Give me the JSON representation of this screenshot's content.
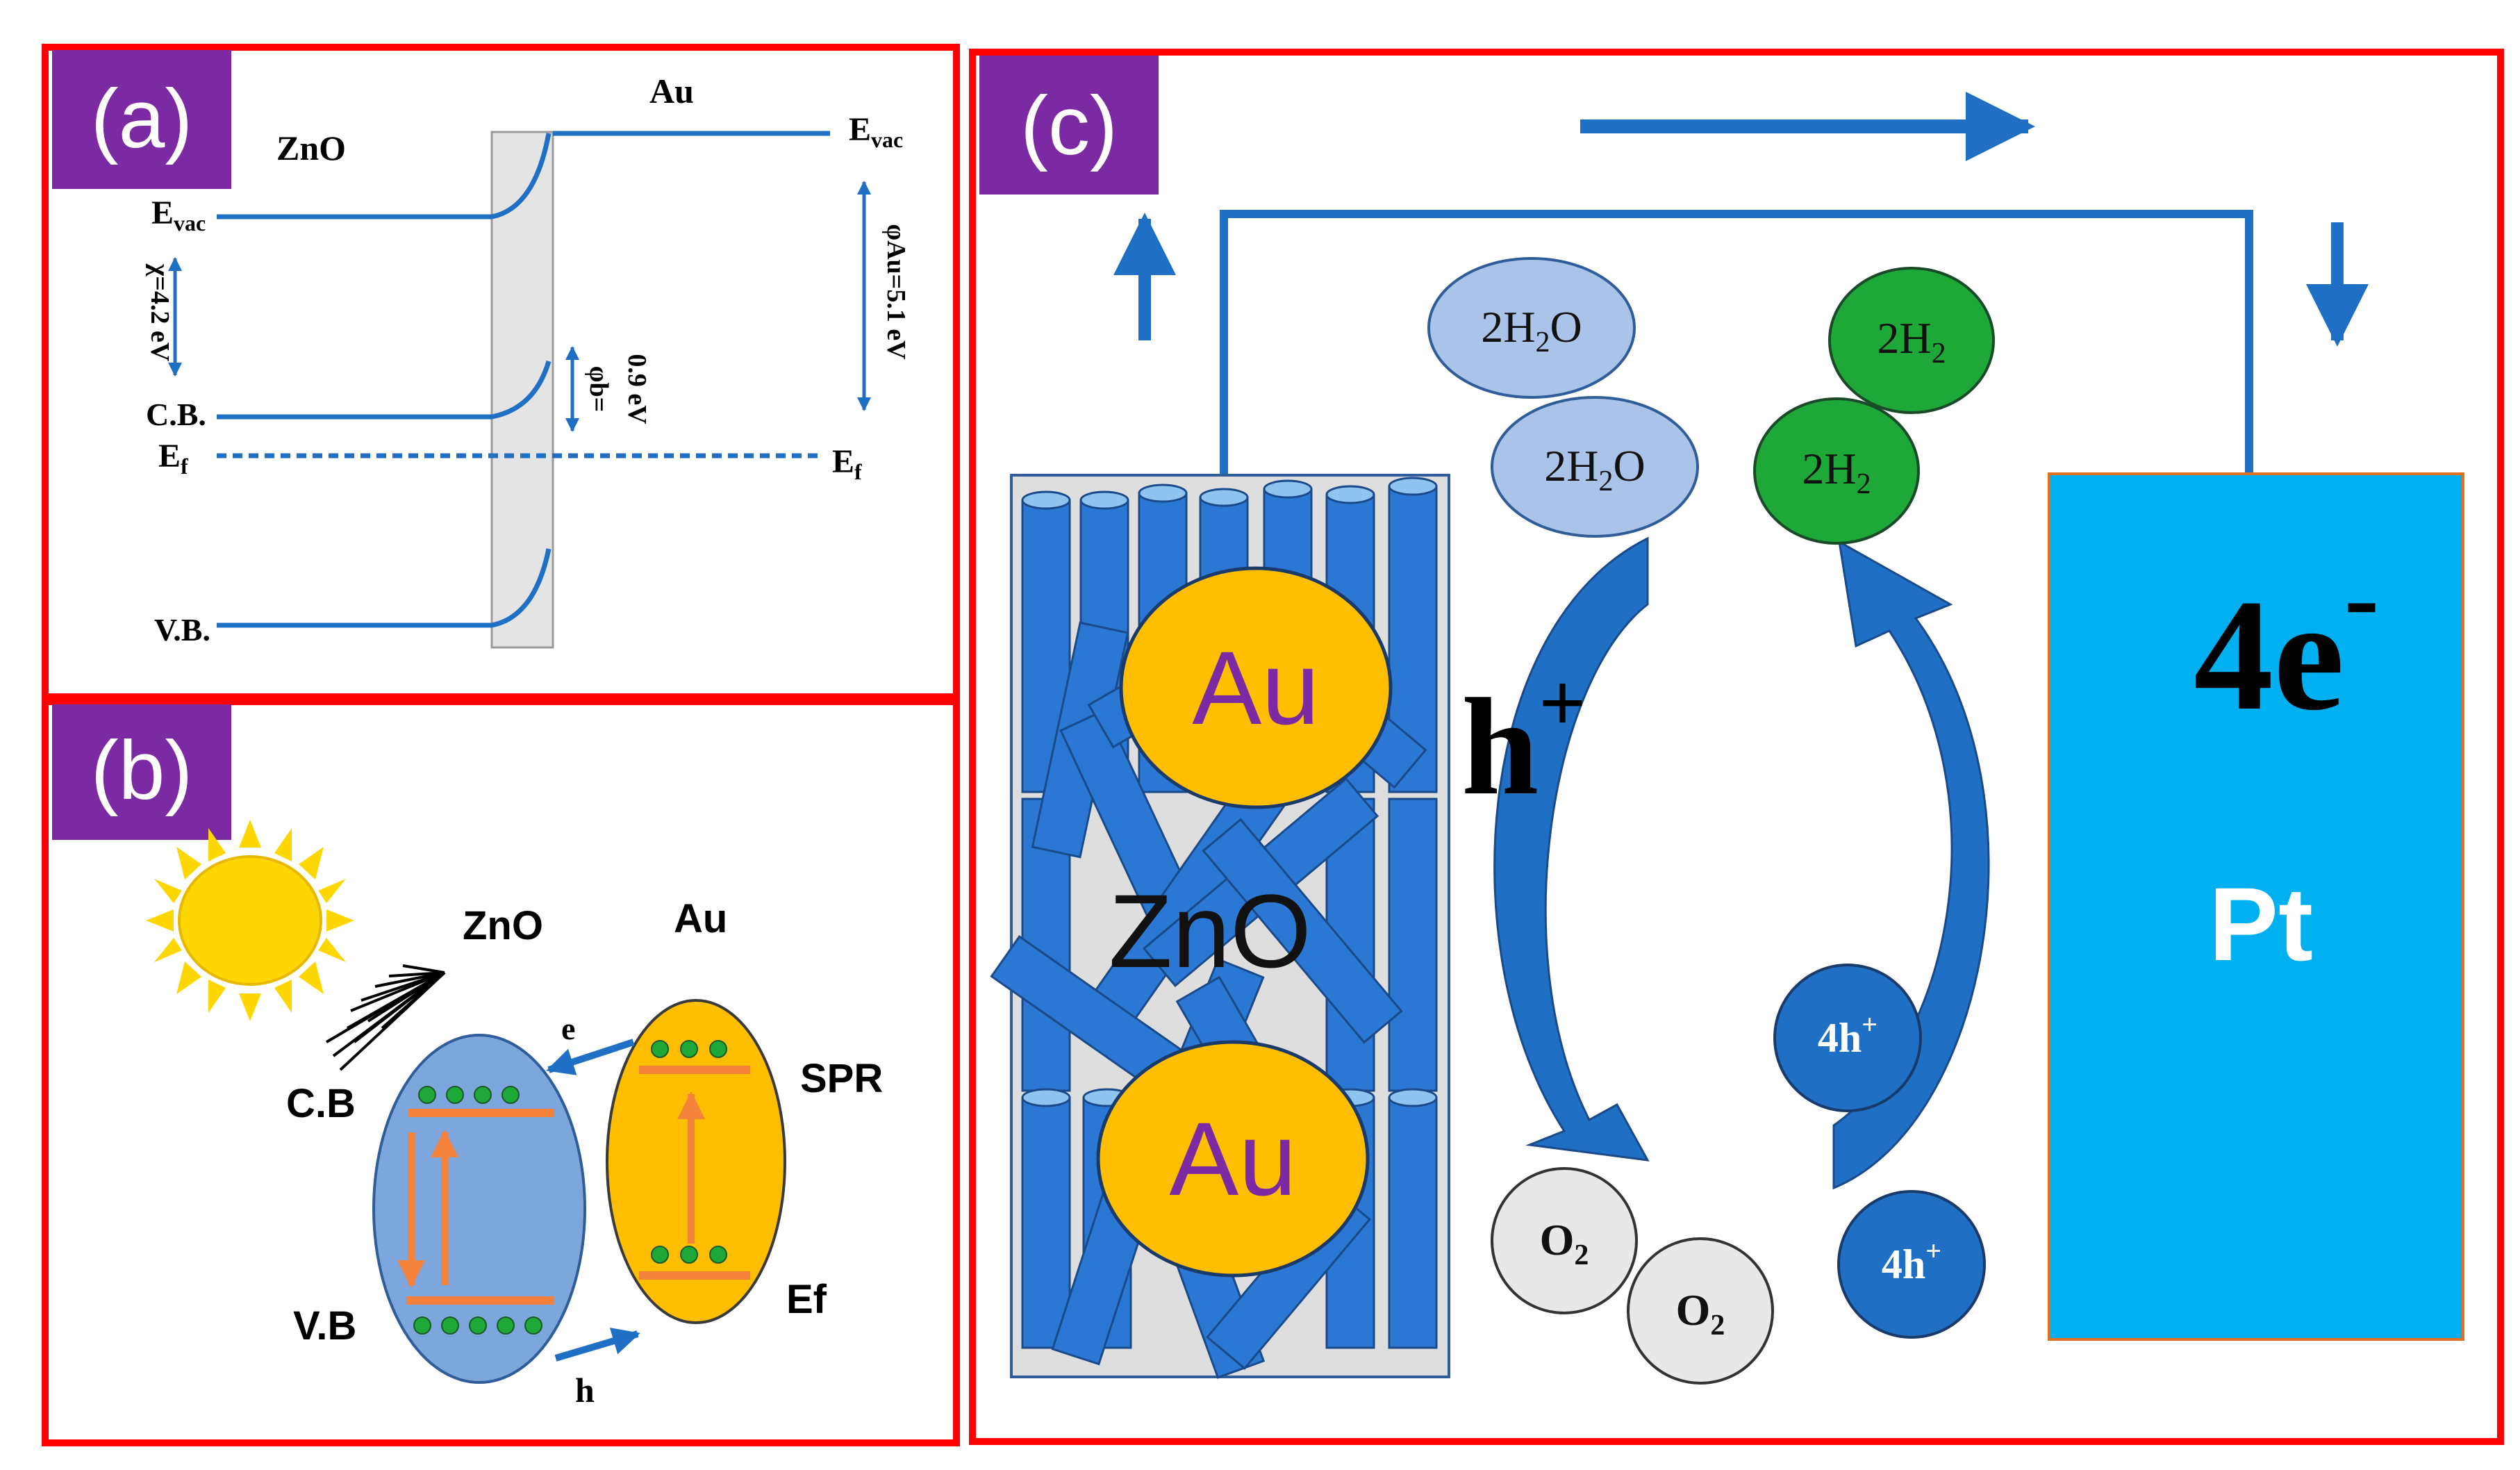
{
  "colors": {
    "frame": "#ff0000",
    "badge": "#7b2aa3",
    "line": "#1f6fc5",
    "zno_rod": "#2b78d4",
    "rod_top": "#8ec4f0",
    "au": "#ffbf00",
    "au_text": "#7b2aa3",
    "pt": "#00b0f0",
    "water": "#a9c4e8",
    "hydrogen": "#1ea838",
    "hole": "#1f6fc5",
    "oxygen": "#e8e8e8",
    "sun": "#ffd700",
    "orange": "#f5823a"
  },
  "panel_a": {
    "label": "(a)",
    "zno": "ZnO",
    "au": "Au",
    "evac_zno": "E",
    "evac_zno_sub": "vac",
    "evac_au": "E",
    "evac_au_sub": "vac",
    "chi": "χ=4.2 eV",
    "phi_b_1": "φb=",
    "phi_b_2": "0.9 eV",
    "phi_au": "φAu=5.1 eV",
    "cb": "C.B.",
    "ef_left": "E",
    "ef_left_sub": "f",
    "ef_right": "E",
    "ef_right_sub": "f",
    "vb": "V.B."
  },
  "panel_b": {
    "label": "(b)",
    "zno": "ZnO",
    "au": "Au",
    "e": "e",
    "cb": "C.B",
    "spr": "SPR",
    "vb": "V.B",
    "ef": "Ef",
    "h": "h"
  },
  "panel_c": {
    "label": "(c)",
    "au_top": "Au",
    "au_bottom": "Au",
    "zno": "ZnO",
    "h_plus": "h",
    "h_plus_sup": "+",
    "electrons": "4e",
    "electrons_sup": "-",
    "pt": "Pt",
    "water_1": "2H",
    "water_1_sub": "2",
    "water_1_end": "O",
    "water_2": "2H",
    "water_2_sub": "2",
    "water_2_end": "O",
    "h2_1": "2H",
    "h2_1_sub": "2",
    "h2_2": "2H",
    "h2_2_sub": "2",
    "hole_1": "4h",
    "hole_1_sup": "+",
    "hole_2": "4h",
    "hole_2_sup": "+",
    "o2_1": "O",
    "o2_1_sub": "2",
    "o2_2": "O",
    "o2_2_sub": "2"
  }
}
